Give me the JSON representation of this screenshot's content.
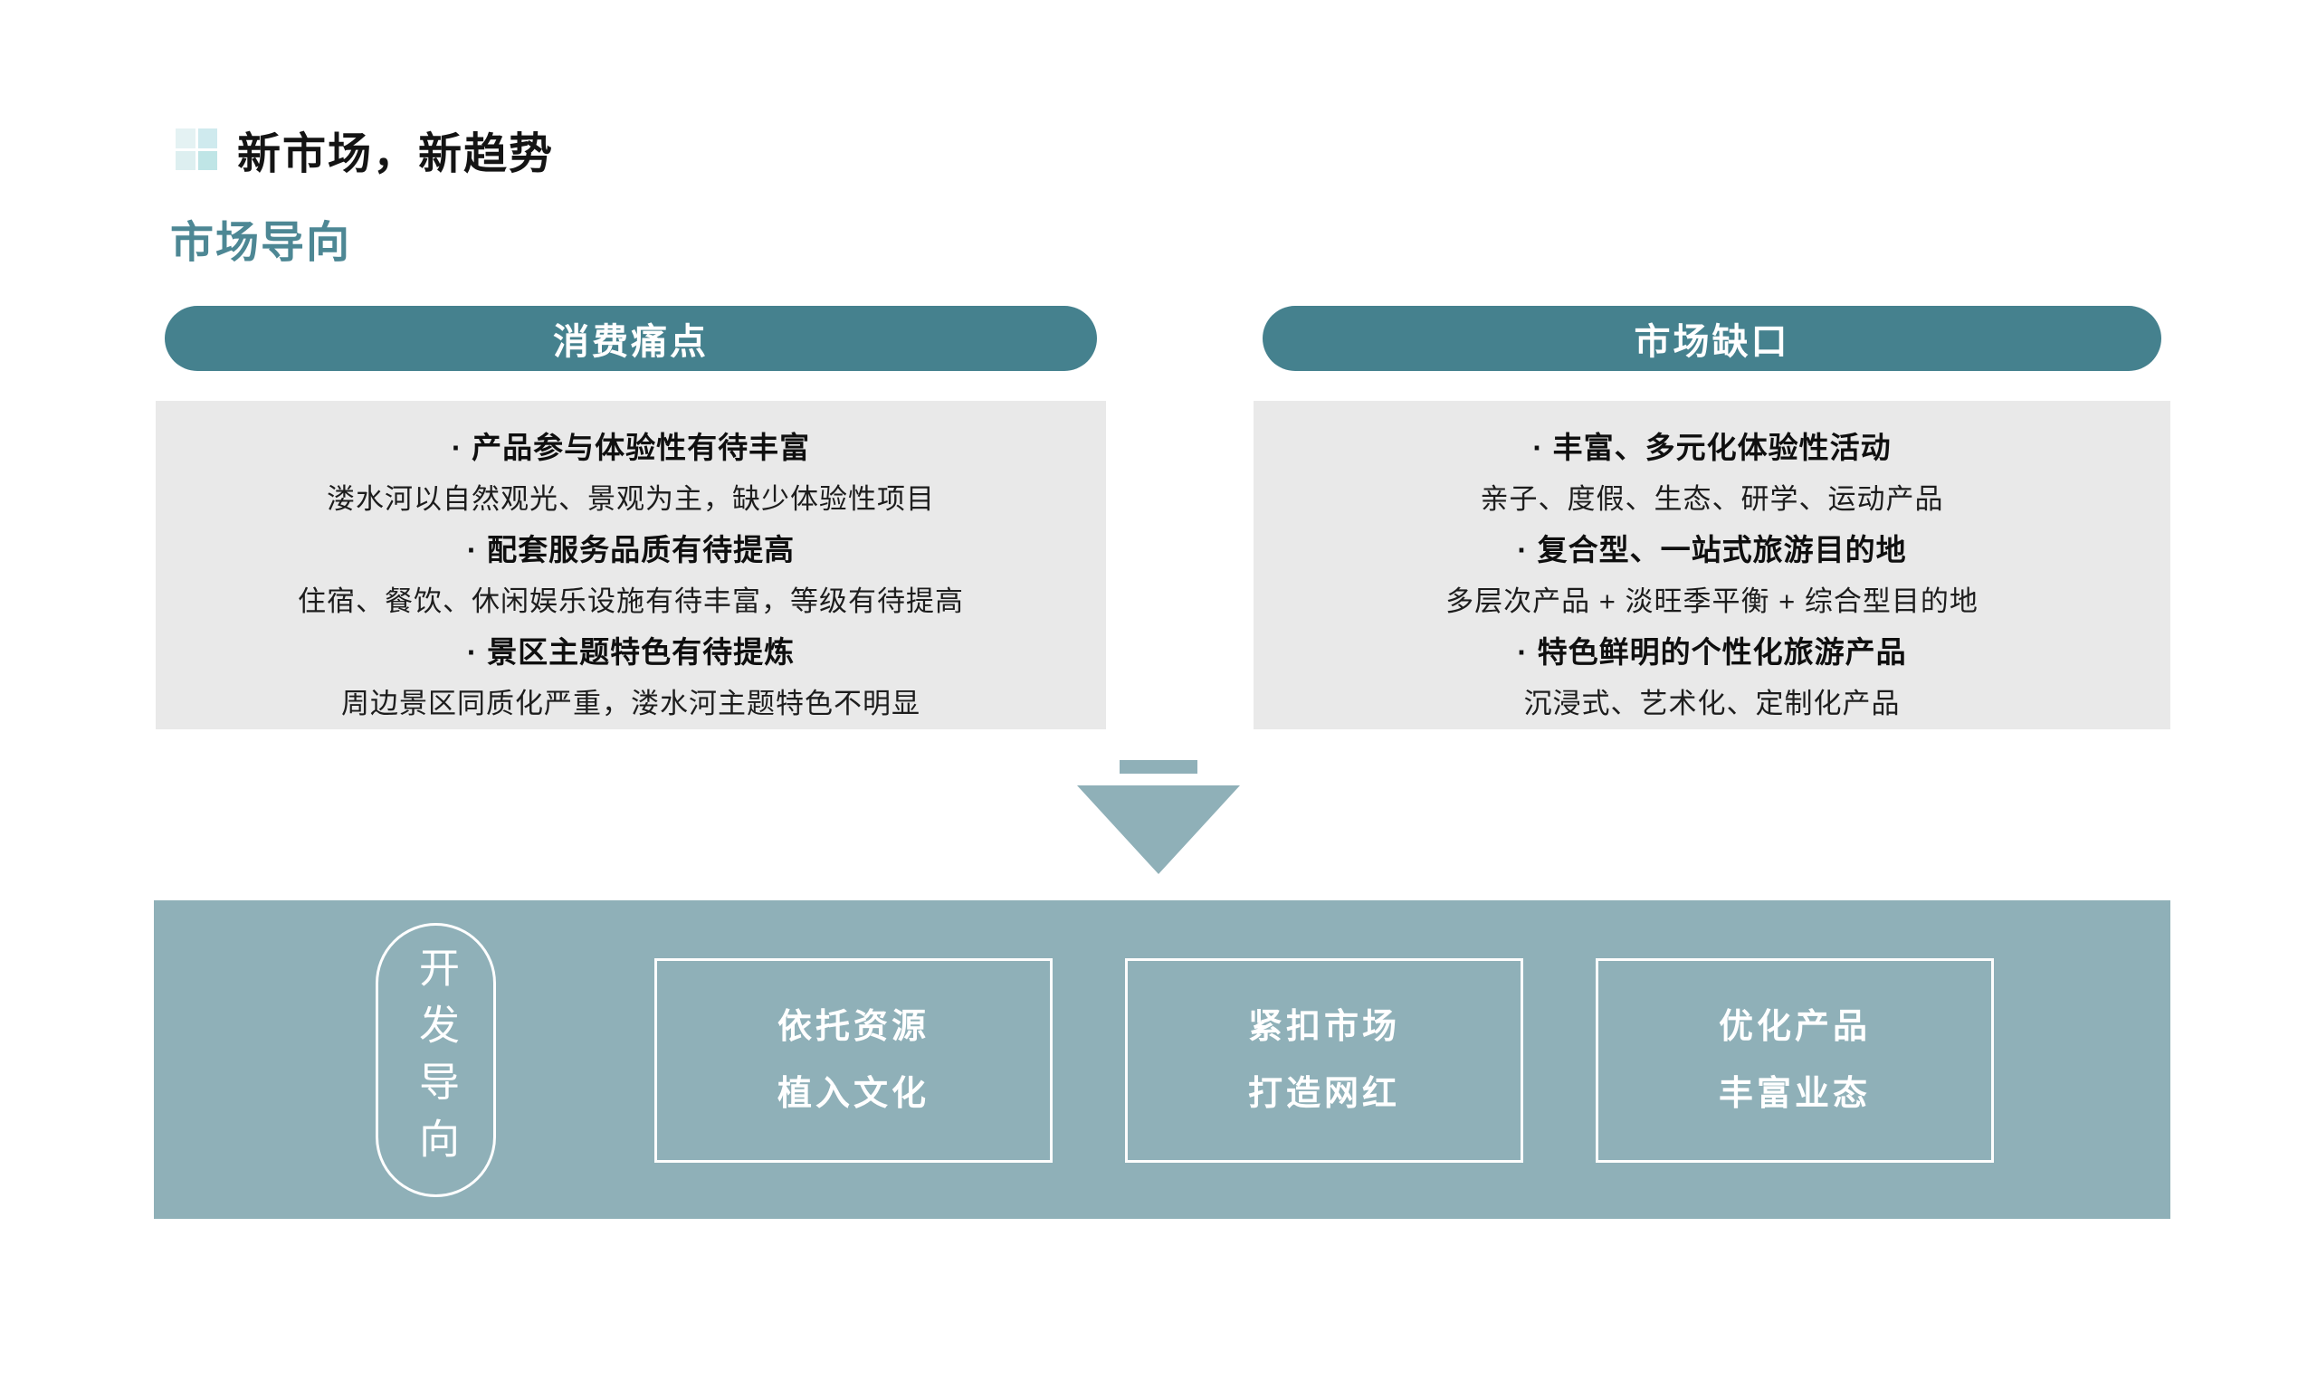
{
  "header": {
    "title": "新市场，新趋势",
    "subtitle": "市场导向",
    "icon": "grid-logo"
  },
  "columns": [
    {
      "header": "消费痛点",
      "items": [
        {
          "title": "· 产品参与体验性有待丰富",
          "desc": "溇水河以自然观光、景观为主，缺少体验性项目"
        },
        {
          "title": "· 配套服务品质有待提高",
          "desc": "住宿、餐饮、休闲娱乐设施有待丰富，等级有待提高"
        },
        {
          "title": "· 景区主题特色有待提炼",
          "desc": "周边景区同质化严重，溇水河主题特色不明显"
        }
      ]
    },
    {
      "header": "市场缺口",
      "items": [
        {
          "title": "· 丰富、多元化体验性活动",
          "desc": "亲子、度假、生态、研学、运动产品"
        },
        {
          "title": "· 复合型、一站式旅游目的地",
          "desc": "多层次产品 + 淡旺季平衡 + 综合型目的地"
        },
        {
          "title": "· 特色鲜明的个性化旅游产品",
          "desc": "沉浸式、艺术化、定制化产品"
        }
      ]
    }
  ],
  "arrow": {
    "icon": "down-arrow"
  },
  "footer": {
    "label": "开发导向",
    "boxes": [
      {
        "line1": "依托资源",
        "line2": "植入文化"
      },
      {
        "line1": "紧扣市场",
        "line2": "打造网红"
      },
      {
        "line1": "优化产品",
        "line2": "丰富业态"
      }
    ]
  },
  "colors": {
    "accent_teal": "#45818E",
    "subtitle_teal": "#4D8794",
    "panel_teal": "#8FB0B8",
    "body_gray": "#E9E9E9",
    "title_black": "#141414",
    "text_white": "#FFFFFF"
  }
}
